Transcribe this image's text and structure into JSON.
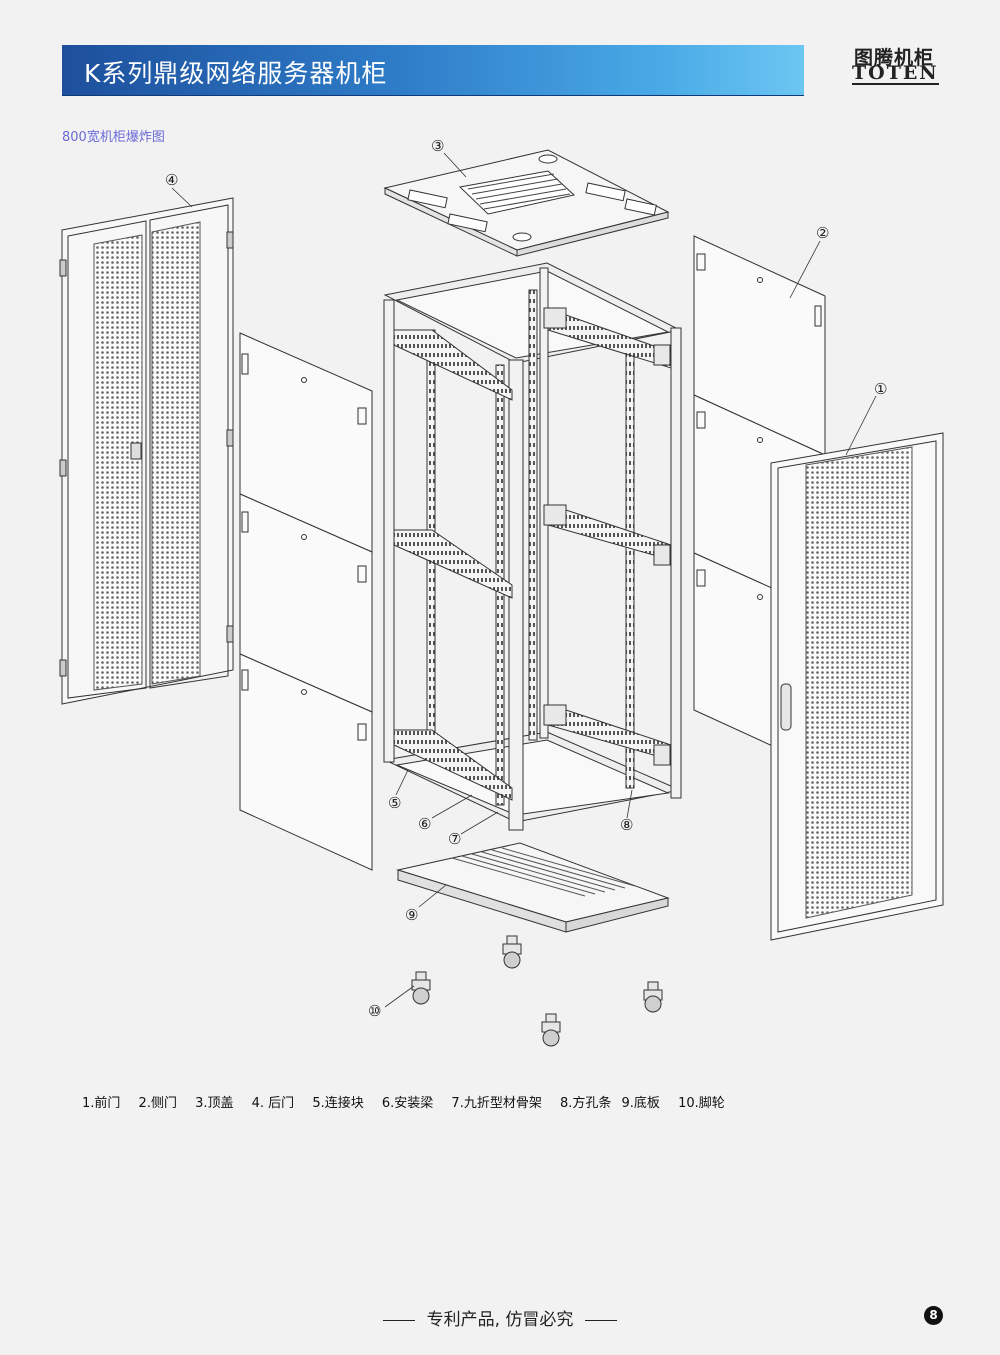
{
  "header": {
    "title": "K系列鼎级网络服务器机柜"
  },
  "logo": {
    "cn": "图腾机柜",
    "en": "TOTEN"
  },
  "subtitle": "800宽机柜爆炸图",
  "callouts": [
    "①",
    "②",
    "③",
    "④",
    "⑤",
    "⑥",
    "⑦",
    "⑧",
    "⑨",
    "⑩"
  ],
  "legend": [
    "1.前门",
    "2.侧门",
    "3.顶盖",
    "4. 后门",
    "5.连接块",
    "6.安装梁",
    "7.九折型材骨架",
    "8.方孔条",
    "9.底板",
    "10.脚轮"
  ],
  "footer": {
    "text": "专利产品, 仿冒必究"
  },
  "page_number": "8"
}
